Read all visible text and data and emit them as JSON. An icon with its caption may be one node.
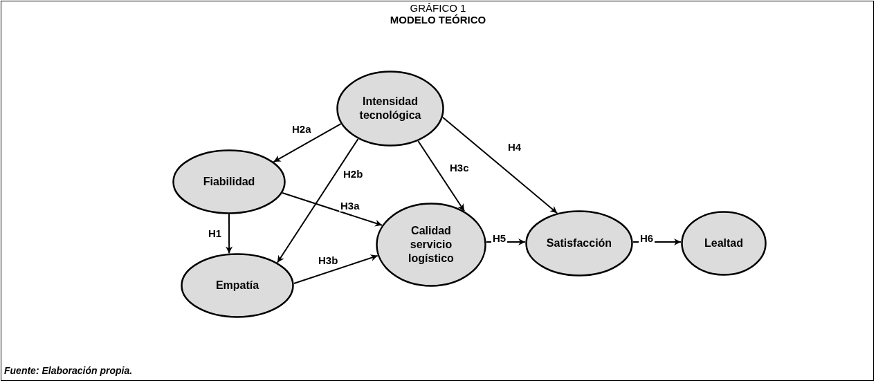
{
  "diagram": {
    "title": "MODELO TEÓRICO",
    "caption": "Fuente: Elaboración propia.",
    "nodes": [
      {
        "text": [
          "Intensidad tecnológica"
        ]
      },
      {
        "text": [
          "Fiabilidad"
        ]
      },
      {
        "text": [
          "Empatía"
        ]
      },
      {
        "text": [
          "Calidad servicio logístico"
        ]
      },
      {
        "text": [
          "Satisfacción"
        ]
      },
      {
        "text": [
          "Lealtad"
        ]
      }
    ],
    "edges": [
      {
        "from": 0,
        "to": 1,
        "arrow": "to",
        "label": "H2a"
      },
      {
        "from": 0,
        "to": 2,
        "arrow": "to",
        "label": "H2b"
      },
      {
        "from": 0,
        "to": 3,
        "arrow": "to",
        "label": "H3c"
      },
      {
        "from": 0,
        "to": 4,
        "arrow": "to",
        "label": "H4"
      },
      {
        "from": 1,
        "to": 2,
        "arrow": "to",
        "label": "H1"
      },
      {
        "from": 1,
        "to": 3,
        "arrow": "to",
        "label": "H3a"
      },
      {
        "from": 2,
        "to": 3,
        "arrow": "to",
        "label": "H3b"
      },
      {
        "from": 3,
        "to": 4,
        "arrow": "to",
        "label": "H5"
      },
      {
        "from": 4,
        "to": 5,
        "arrow": "to",
        "label": "H6"
      }
    ],
    "labels": [
      "GRÁFICO 1"
    ]
  }
}
